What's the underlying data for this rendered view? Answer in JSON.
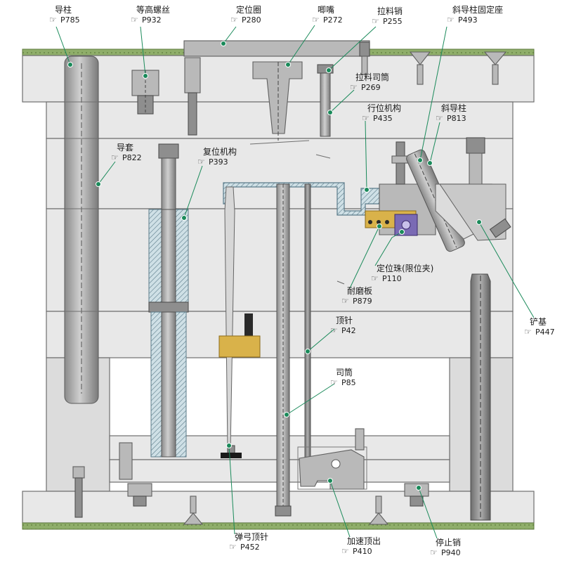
{
  "diagram": {
    "colors": {
      "leader": "#1a8a5a",
      "plate": "#e8e8e8",
      "metal": "#b9b9b9",
      "insulation": "#7a9a5a",
      "wear_plate": "#d9b24a",
      "detent": "#5a4a9a"
    },
    "hand_icon": "pointing-hand-icon",
    "labels": [
      {
        "key": "guide_pillar",
        "name": "导柱",
        "page": "P785"
      },
      {
        "key": "shoulder_screw",
        "name": "等高螺丝",
        "page": "P932"
      },
      {
        "key": "locating_ring",
        "name": "定位圈",
        "page": "P280"
      },
      {
        "key": "sprue_bushing",
        "name": "唧嘴",
        "page": "P272"
      },
      {
        "key": "puller_pin",
        "name": "拉料销",
        "page": "P255"
      },
      {
        "key": "angle_pin_holder",
        "name": "斜导柱固定座",
        "page": "P493"
      },
      {
        "key": "puller_sleeve",
        "name": "拉料司筒",
        "page": "P269"
      },
      {
        "key": "slide_mechanism",
        "name": "行位机构",
        "page": "P435"
      },
      {
        "key": "angle_pin",
        "name": "斜导柱",
        "page": "P813"
      },
      {
        "key": "guide_bush",
        "name": "导套",
        "page": "P822"
      },
      {
        "key": "reset_mechanism",
        "name": "复位机构",
        "page": "P393"
      },
      {
        "key": "detent",
        "name": "定位珠(限位夹)",
        "page": "P110"
      },
      {
        "key": "wear_plate",
        "name": "耐磨板",
        "page": "P879"
      },
      {
        "key": "heel_block",
        "name": "铲基",
        "page": "P447"
      },
      {
        "key": "ejector_pin",
        "name": "顶针",
        "page": "P42"
      },
      {
        "key": "ejector_sleeve",
        "name": "司筒",
        "page": "P85"
      },
      {
        "key": "spring_ejector",
        "name": "弹弓顶针",
        "page": "P452"
      },
      {
        "key": "accelerated_eject",
        "name": "加速顶出",
        "page": "P410"
      },
      {
        "key": "stop_pin",
        "name": "停止销",
        "page": "P940"
      }
    ]
  }
}
